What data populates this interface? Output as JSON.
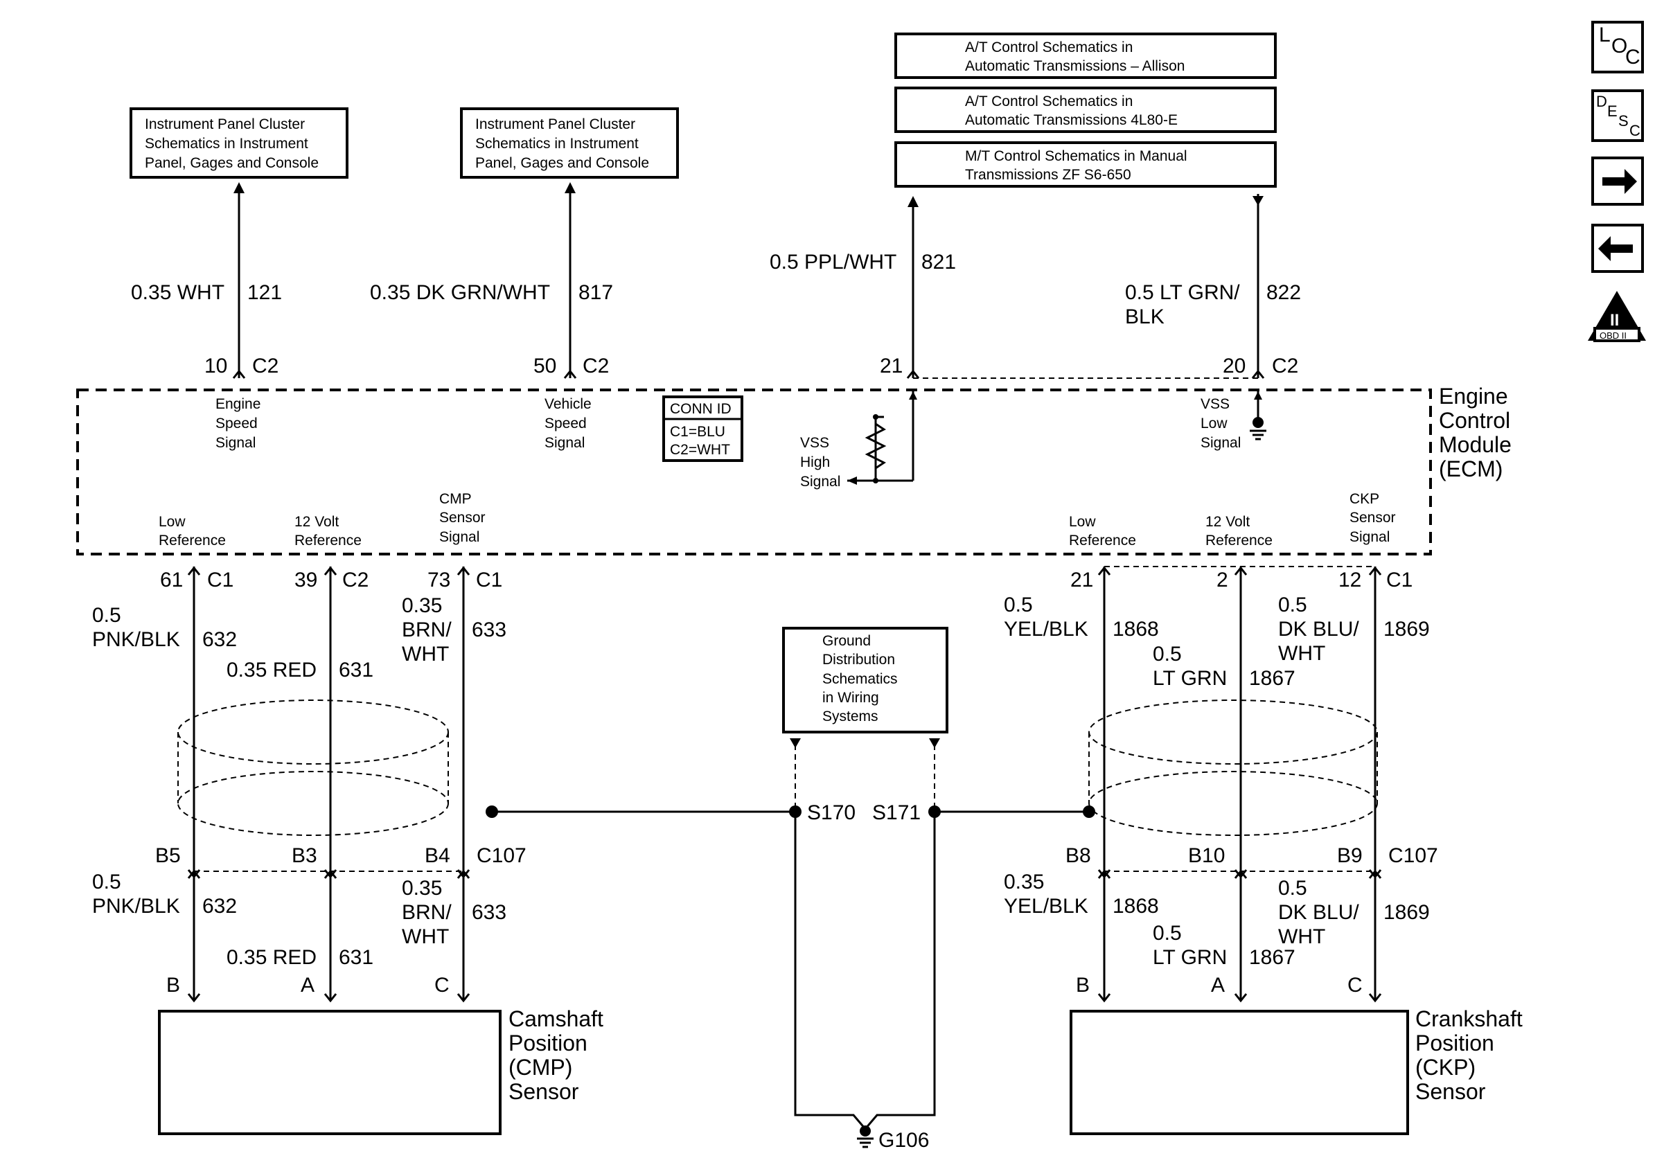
{
  "refs": {
    "ipc_left": [
      "Instrument Panel Cluster",
      "Schematics in Instrument",
      "Panel, Gages and Console"
    ],
    "ipc_mid": [
      "Instrument Panel Cluster",
      "Schematics in Instrument",
      "Panel, Gages and Console"
    ],
    "at_allison": [
      "A/T Control Schematics in",
      "Automatic Transmissions – Allison"
    ],
    "at_4l80": [
      "A/T Control Schematics in",
      "Automatic Transmissions 4L80-E"
    ],
    "mt_zf": [
      "M/T Control Schematics in Manual",
      "Transmissions ZF S6-650"
    ],
    "ground_dist": [
      "Ground",
      "Distribution",
      "Schematics",
      "in Wiring",
      "Systems"
    ]
  },
  "nav": {
    "loc": "LOC",
    "desc": "DESC",
    "obd": "OBD II",
    "obd_numeral": "II"
  },
  "ecm": {
    "name": [
      "Engine",
      "Control",
      "Module",
      "(ECM)"
    ],
    "conn_id": [
      "CONN ID",
      "C1=BLU",
      "C2=WHT"
    ],
    "functions": {
      "engine_speed": [
        "Engine",
        "Speed",
        "Signal"
      ],
      "vehicle_speed": [
        "Vehicle",
        "Speed",
        "Signal"
      ],
      "vss_high": [
        "VSS",
        "High",
        "Signal"
      ],
      "vss_low": [
        "VSS",
        "Low",
        "Signal"
      ],
      "low_ref_l": [
        "Low",
        "Reference"
      ],
      "v12_ref_l": [
        "12 Volt",
        "Reference"
      ],
      "cmp_signal": [
        "CMP",
        "Sensor",
        "Signal"
      ],
      "low_ref_r": [
        "Low",
        "Reference"
      ],
      "v12_ref_r": [
        "12 Volt",
        "Reference"
      ],
      "ckp_signal": [
        "CKP",
        "Sensor",
        "Signal"
      ]
    }
  },
  "top_wires": {
    "w121": {
      "gauge_color": [
        "0.35 WHT"
      ],
      "circuit": "121",
      "pin": "10",
      "connector": "C2"
    },
    "w817": {
      "gauge_color": [
        "0.35 DK GRN/WHT"
      ],
      "circuit": "817",
      "pin": "50",
      "connector": "C2"
    },
    "w821": {
      "gauge_color": [
        "0.5 PPL/WHT"
      ],
      "circuit": "821",
      "pin": "21",
      "connector": ""
    },
    "w822": {
      "gauge_color": [
        "0.5 LT GRN/",
        "BLK"
      ],
      "circuit": "822",
      "pin": "20",
      "connector": "C2"
    }
  },
  "bottom_wires": {
    "w632": {
      "pin": "61",
      "connector": "C1",
      "upper": [
        "0.5",
        "PNK/BLK"
      ],
      "circuit": "632",
      "c107_pin": "B5",
      "lower": [
        "0.5",
        "PNK/BLK"
      ],
      "sensor_pin": "B"
    },
    "w631": {
      "pin": "39",
      "connector": "C2",
      "upper": [
        "0.35 RED"
      ],
      "circuit": "631",
      "c107_pin": "B3",
      "lower": [
        "0.35 RED"
      ],
      "sensor_pin": "A"
    },
    "w633": {
      "pin": "73",
      "connector": "C1",
      "upper": [
        "0.35",
        "BRN/",
        "WHT"
      ],
      "circuit": "633",
      "c107_pin": "B4",
      "lower": [
        "0.35",
        "BRN/",
        "WHT"
      ],
      "sensor_pin": "C"
    },
    "w1868": {
      "pin": "21",
      "connector": "",
      "upper": [
        "0.5",
        "YEL/BLK"
      ],
      "circuit": "1868",
      "c107_pin": "B8",
      "lower": [
        "0.35",
        "YEL/BLK"
      ],
      "sensor_pin": "B"
    },
    "w1867": {
      "pin": "2",
      "connector": "",
      "upper": [
        "0.5",
        "LT GRN"
      ],
      "circuit": "1867",
      "c107_pin": "B10",
      "lower": [
        "0.5",
        "LT GRN"
      ],
      "sensor_pin": "A"
    },
    "w1869": {
      "pin": "12",
      "connector": "C1",
      "upper": [
        "0.5",
        "DK BLU/",
        "WHT"
      ],
      "circuit": "1869",
      "c107_pin": "B9",
      "lower": [
        "0.5",
        "DK BLU/",
        "WHT"
      ],
      "sensor_pin": "C"
    }
  },
  "connectors": {
    "c107_left": "C107",
    "c107_right": "C107"
  },
  "splices": {
    "s170": "S170",
    "s171": "S171"
  },
  "ground": {
    "g106": "G106"
  },
  "sensors": {
    "cmp": [
      "Camshaft",
      "Position",
      "(CMP)",
      "Sensor"
    ],
    "ckp": [
      "Crankshaft",
      "Position",
      "(CKP)",
      "Sensor"
    ]
  }
}
